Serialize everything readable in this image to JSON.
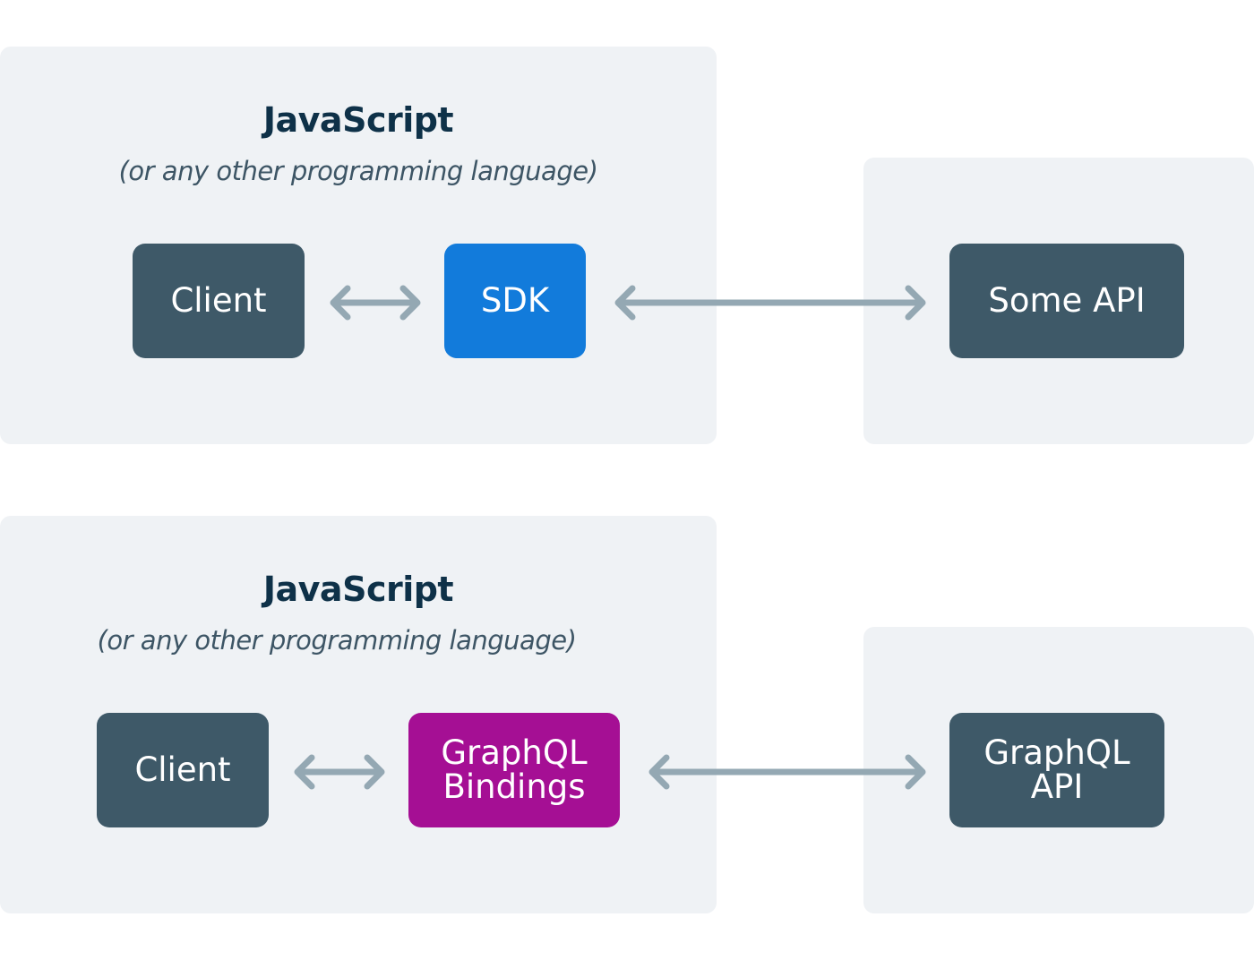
{
  "colors": {
    "panel": "#eff2f5",
    "dark_box": "#3e5968",
    "sdk_box": "#127bdb",
    "bindings_box": "#a50f94",
    "arrow": "#94a8b3",
    "title": "#0e3148",
    "subtitle": "#3d5565"
  },
  "top": {
    "title": "JavaScript",
    "subtitle": "(or any other programming language)",
    "client": "Client",
    "middle": "SDK",
    "api": "Some API"
  },
  "bottom": {
    "title": "JavaScript",
    "subtitle": "(or any other programming language)",
    "client": "Client",
    "middle_line1": "GraphQL",
    "middle_line2": "Bindings",
    "api_line1": "GraphQL",
    "api_line2": "API"
  }
}
